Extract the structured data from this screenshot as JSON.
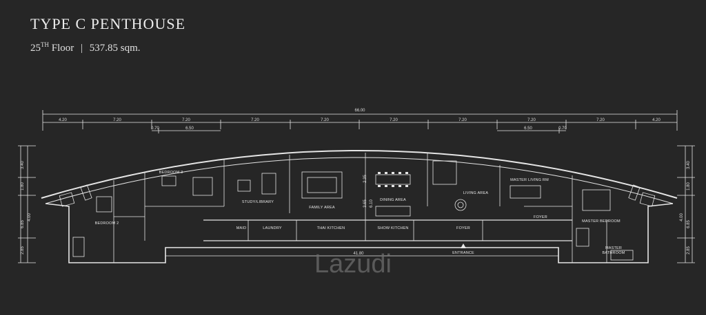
{
  "header": {
    "title": "TYPE C PENTHOUSE",
    "floor": "25",
    "floor_suffix": "TH",
    "floor_word": "Floor",
    "separator": "|",
    "area": "537.85 sqm."
  },
  "dimensions": {
    "overall": "66.00",
    "top_row": [
      "4.20",
      "7.20",
      "7.20",
      "7.20",
      "7.20",
      "7.20",
      "7.20",
      "7.20",
      "7.20",
      "4.20"
    ],
    "left_sub": [
      "0.70",
      "6.50"
    ],
    "right_sub": [
      "6.50",
      "0.70"
    ],
    "left_side": [
      "3.40",
      "1.80",
      "6.85",
      "4.00",
      "2.85"
    ],
    "right_side": [
      "3.40",
      "1.80",
      "6.85",
      "4.00",
      "2.85"
    ],
    "inner_a": "2.35",
    "inner_b": "3.65",
    "inner_c": "6.10",
    "bottom": "41.80"
  },
  "rooms": {
    "bedroom3": "BEDROOM 3",
    "bedroom2": "BEDROOM 2",
    "study": "STUDY/LIBRARY",
    "family": "FAMILY AREA",
    "dining": "DINING AREA",
    "living": "LIVING AREA",
    "master_living": "MASTER LIVING RM",
    "foyer_right": "FOYER",
    "master_bedroom": "MASTER BEDROOM",
    "master_bathroom_1": "MASTER",
    "master_bathroom_2": "BATHROOM",
    "maid": "MAID",
    "laundry": "LAUNDRY",
    "thai_kitchen": "THAI KITCHEN",
    "show_kitchen": "SHOW KITCHEN",
    "foyer": "FOYER",
    "entrance": "ENTRANCE"
  },
  "watermark": "Lazudi",
  "colors": {
    "background": "#262626",
    "lines": "#e6e6e6"
  }
}
